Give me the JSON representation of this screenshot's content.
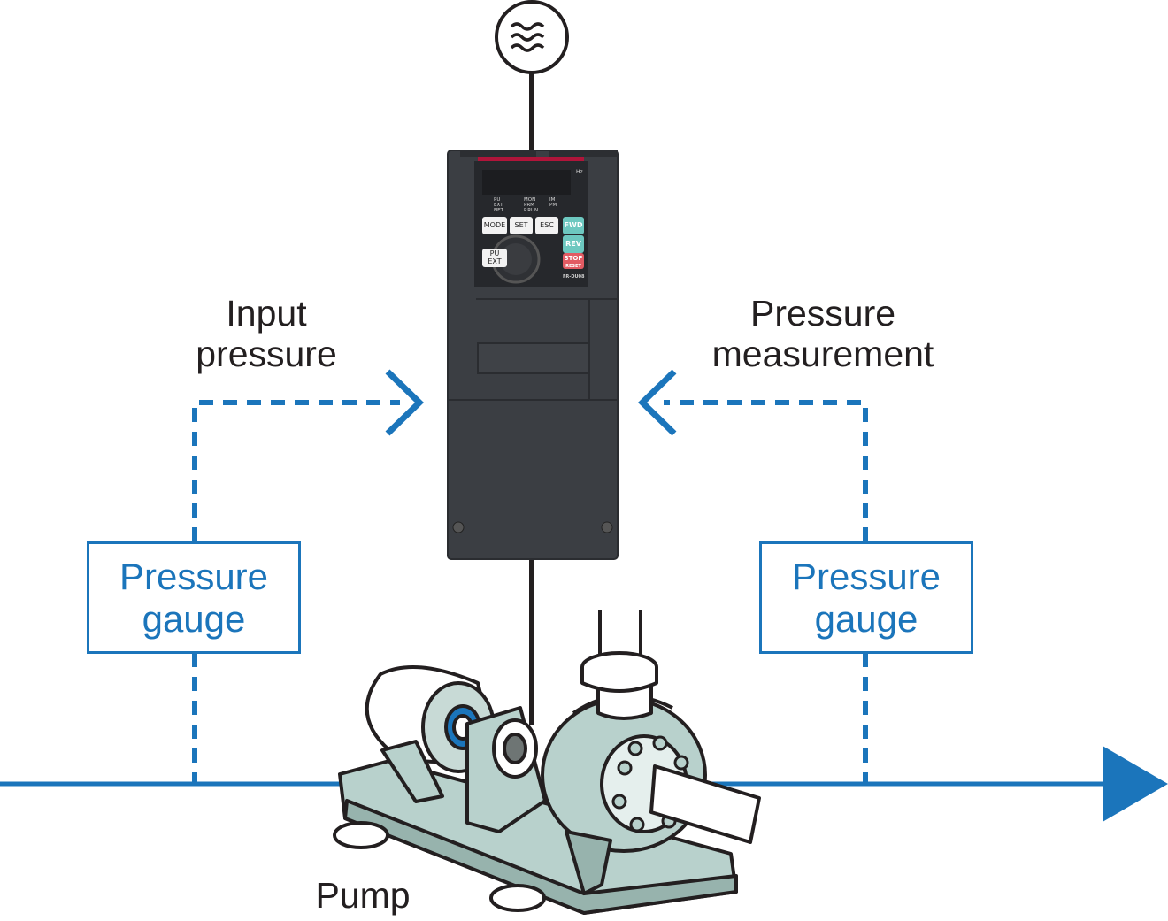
{
  "labels": {
    "input_line1": "Input",
    "input_line2": "pressure",
    "measure_line1": "Pressure",
    "measure_line2": "measurement",
    "gauge_left_line1": "Pressure",
    "gauge_left_line2": "gauge",
    "gauge_right_line1": "Pressure",
    "gauge_right_line2": "gauge",
    "pump": "Pump"
  },
  "inverter": {
    "unit": "Hz",
    "leds": [
      "PU",
      "EXT",
      "NET",
      "MON",
      "PRM",
      "P.RUN",
      "IM",
      "PM"
    ],
    "keys": {
      "mode": "MODE",
      "set": "SET",
      "esc": "ESC",
      "fwd": "FWD",
      "rev": "REV",
      "stop": "STOP",
      "reset": "RESET",
      "pu": "PU",
      "ext": "EXT"
    },
    "model": "FR-DU08"
  },
  "colors": {
    "signal_blue": "#1b75bb",
    "label_dark": "#231f20",
    "inverter_body": "#3b3e43",
    "pump_body": "#b8d1cc"
  },
  "icons": [
    "ac-power-source-icon",
    "flow-direction-arrow-icon",
    "signal-arrow-icon"
  ]
}
